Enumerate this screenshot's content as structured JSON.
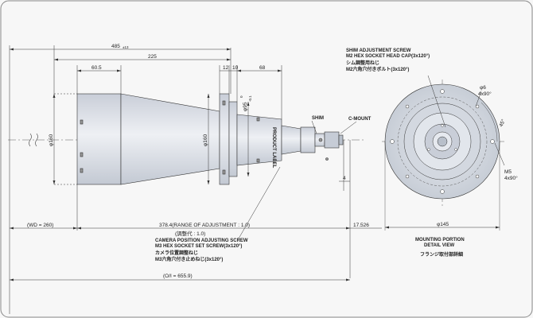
{
  "dimensions": {
    "overall_485": "485",
    "overall_485_suffix": "±13",
    "d225": "225",
    "d60_5": "60.5",
    "d12": "12",
    "d10": "10",
    "d68": "68",
    "phi160_left": "φ160",
    "phi160_mid": "φ160",
    "phi95": "φ95",
    "phi95_tol_top": "0",
    "phi95_tol_bot": "-0.1",
    "d4": "4",
    "wd": "(WD = 260)",
    "range": "378.4(RANGE OF ADJUSTMENT : 1.0)",
    "range_jp": "(調整代 : 1.0)",
    "d17_526": "17.526",
    "oi": "(O/I = 655.9)",
    "phi145": "φ145",
    "phi6": "φ6",
    "phi6_count": "4x90°",
    "angle45": "45°",
    "m5": "M5",
    "m5_count": "4x90°"
  },
  "labels": {
    "product_label": "PRODUCT LABEL",
    "shim": "SHIM",
    "cmount": "C-MOUNT",
    "shim_screw_1": "SHIM ADJUSTMENT SCREW",
    "shim_screw_2": "M2 HEX SOCKET HEAD CAP(3x120°)",
    "shim_screw_3": "シム調整用ねじ",
    "shim_screw_4": "M2六角穴付きボルト(3x120°)",
    "cam_screw_1": "CAMERA POSITION ADJUSTING SCREW",
    "cam_screw_2": "M3 HEX SOCKET SET SCREW(3x120°)",
    "cam_screw_3": "カメラ位置調整ねじ",
    "cam_screw_4": "M3六角穴付き止めねじ(3x120°)",
    "detail_1": "MOUNTING PORTION",
    "detail_2": "DETAIL VIEW",
    "detail_3": "フランジ取付部詳細"
  },
  "colors": {
    "line": "#333333",
    "body_fill": "#dfe3ea",
    "body_dark": "#c6ccd6",
    "frame": "#888888"
  }
}
